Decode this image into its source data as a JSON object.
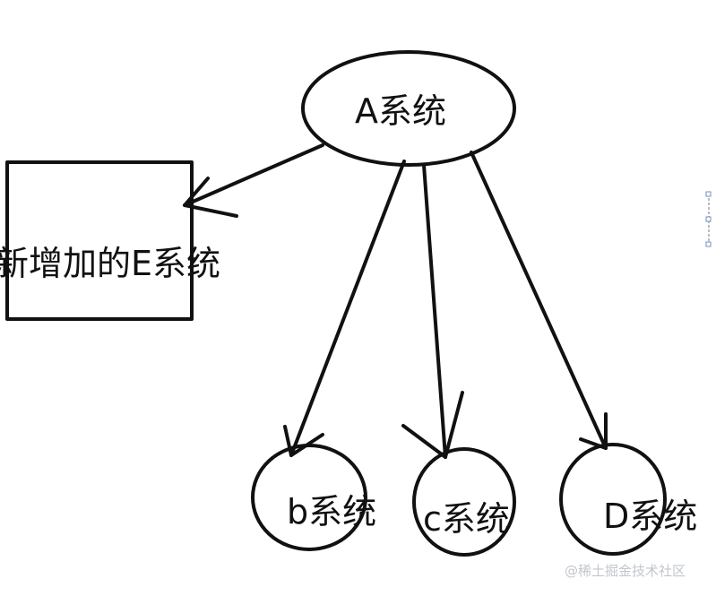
{
  "nodes": {
    "a": {
      "label": "A系统"
    },
    "e": {
      "label": "新增加的E系统"
    },
    "b": {
      "label": "b系统"
    },
    "c": {
      "label": "c系统"
    },
    "d": {
      "label": "D系统"
    }
  },
  "watermark": {
    "text": "@稀土掘金技术社区"
  }
}
